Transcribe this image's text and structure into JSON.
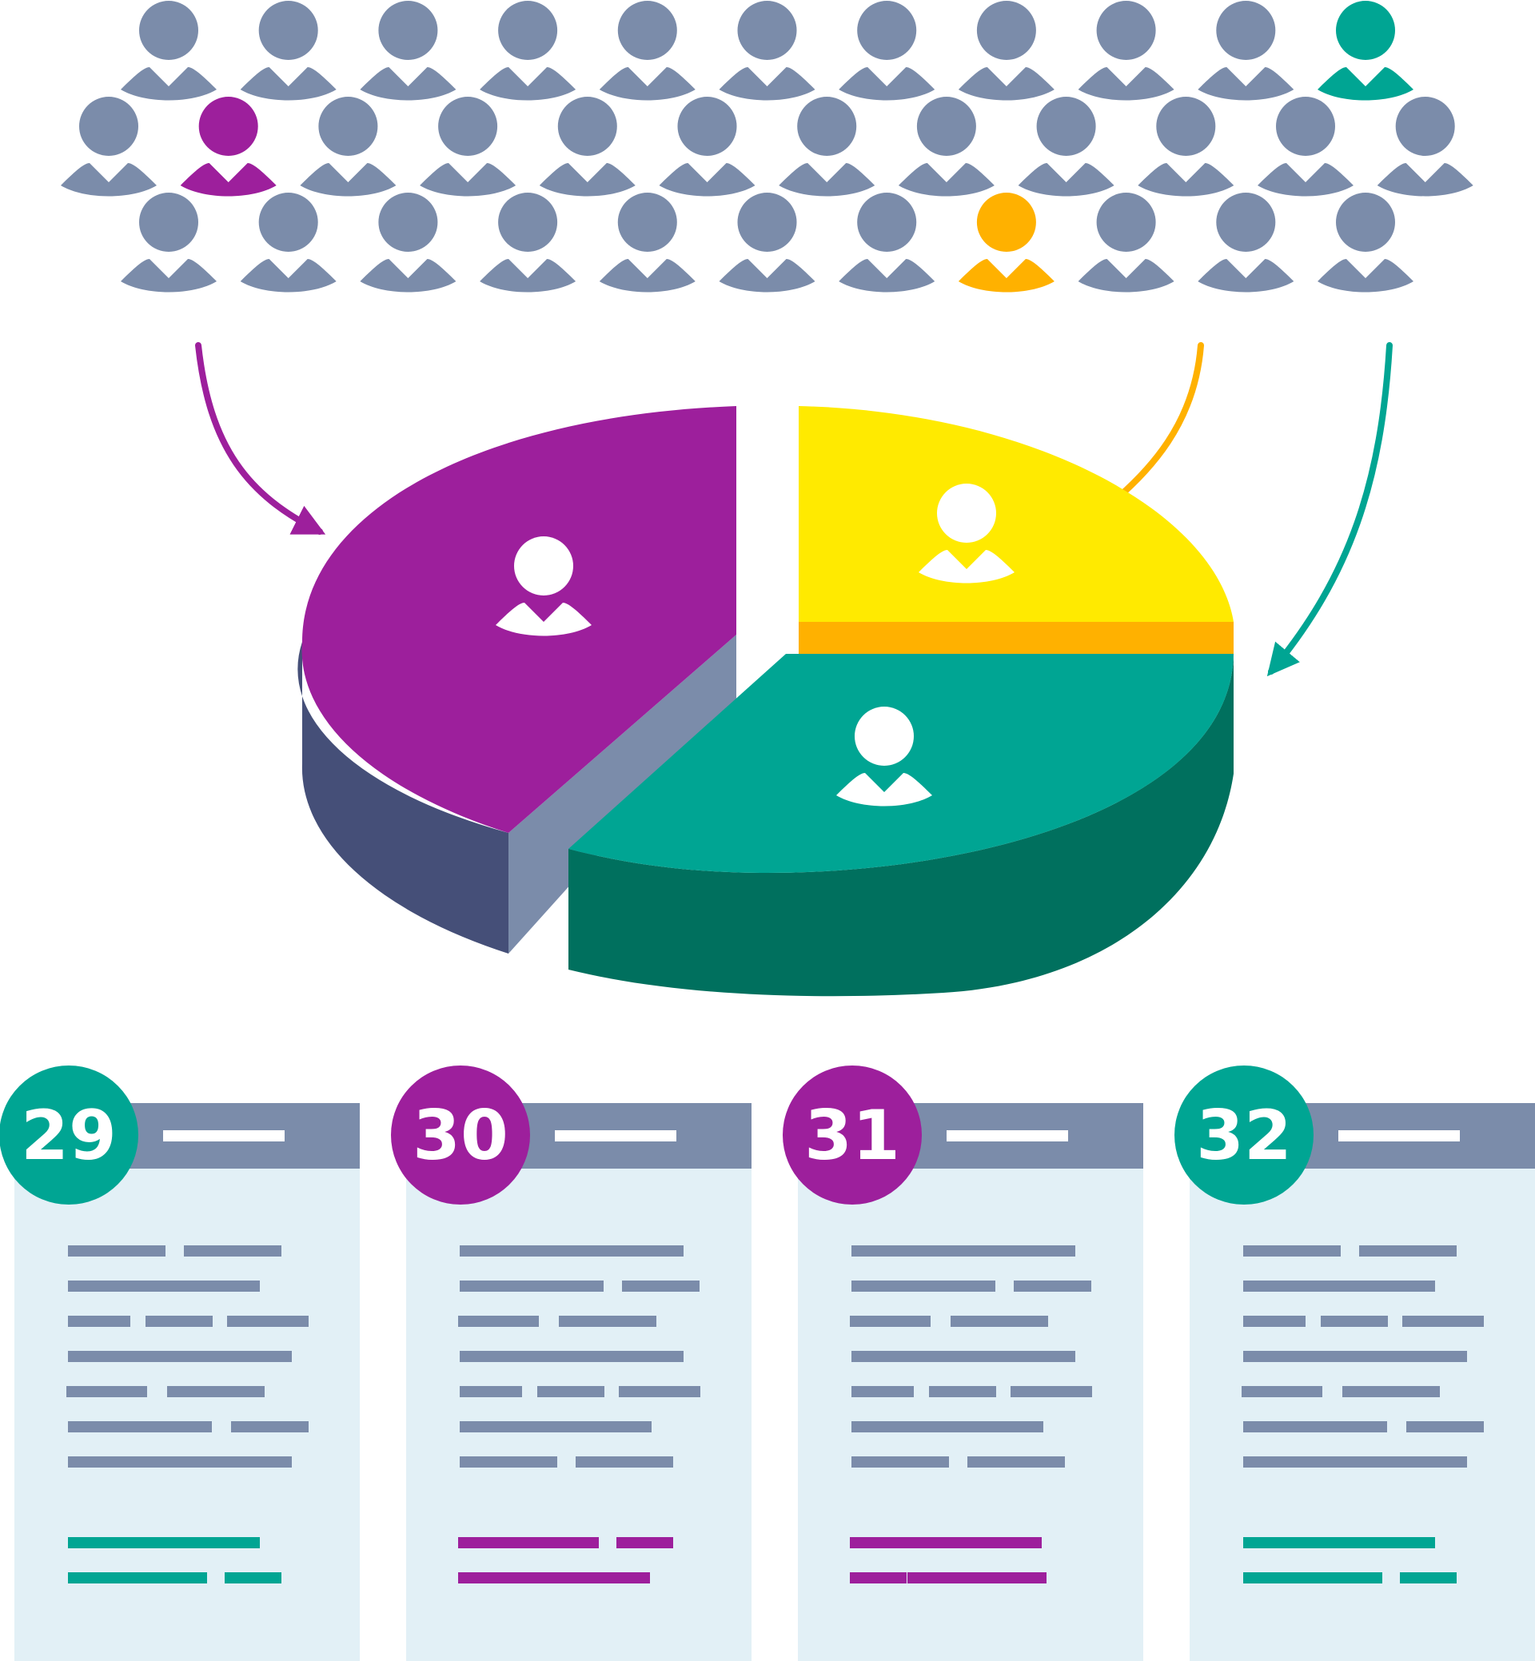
{
  "colors": {
    "person_default": "#7b8caa",
    "purple": "#9d1f9c",
    "teal": "#00a593",
    "orange": "#ffb100",
    "yellow": "#ffea00",
    "panel_bg": "#e2f0f6",
    "panel_header": "#7b8caa",
    "text_line": "#7b8caa",
    "white": "#ffffff"
  },
  "crowd": {
    "icon": "person-icon",
    "row_counts": [
      11,
      12,
      11
    ],
    "highlighted": [
      {
        "row": 0,
        "index": 10,
        "color_key": "teal"
      },
      {
        "row": 1,
        "index": 1,
        "color_key": "purple"
      },
      {
        "row": 2,
        "index": 7,
        "color_key": "orange"
      }
    ]
  },
  "pie": {
    "type": "3d-exploded-pie",
    "slices": [
      {
        "name": "purple-slice",
        "color_key": "purple",
        "icon": "person-icon"
      },
      {
        "name": "yellow-slice",
        "color_key": "yellow",
        "icon": "person-icon"
      },
      {
        "name": "teal-slice",
        "color_key": "teal",
        "icon": "person-icon"
      }
    ]
  },
  "arrows": [
    {
      "name": "purple-arrow",
      "color_key": "purple"
    },
    {
      "name": "orange-arrow",
      "color_key": "orange"
    },
    {
      "name": "teal-arrow",
      "color_key": "teal"
    }
  ],
  "cards": [
    {
      "number": "29",
      "badge_color_key": "teal"
    },
    {
      "number": "30",
      "badge_color_key": "purple"
    },
    {
      "number": "31",
      "badge_color_key": "purple"
    },
    {
      "number": "32",
      "badge_color_key": "teal"
    }
  ]
}
